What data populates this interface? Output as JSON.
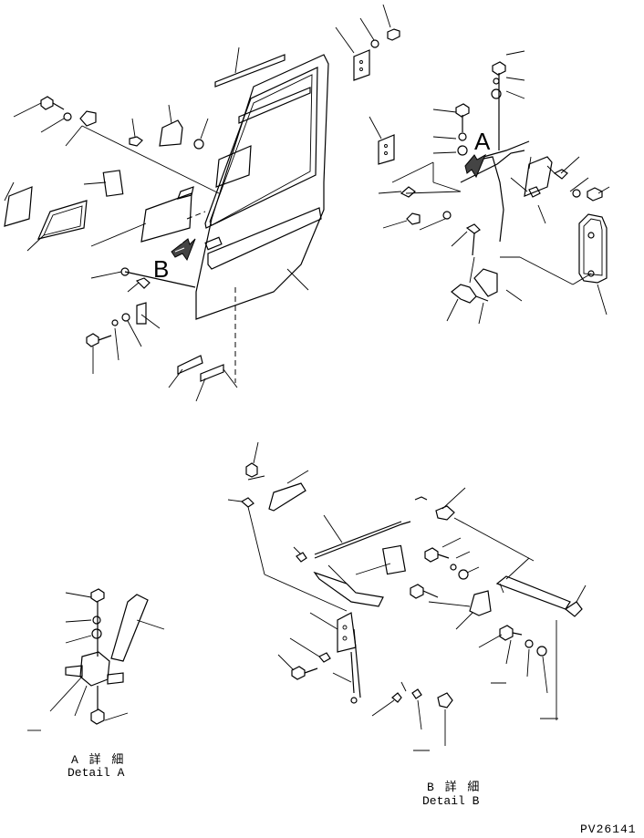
{
  "view_labels": {
    "arrow_a": "A",
    "arrow_b": "B"
  },
  "detail_a": {
    "title_jp": "A 詳 細",
    "title_en": "Detail A"
  },
  "detail_b": {
    "title_jp": "B 詳 細",
    "title_en": "Detail B"
  },
  "drawing_number": "PV26141"
}
